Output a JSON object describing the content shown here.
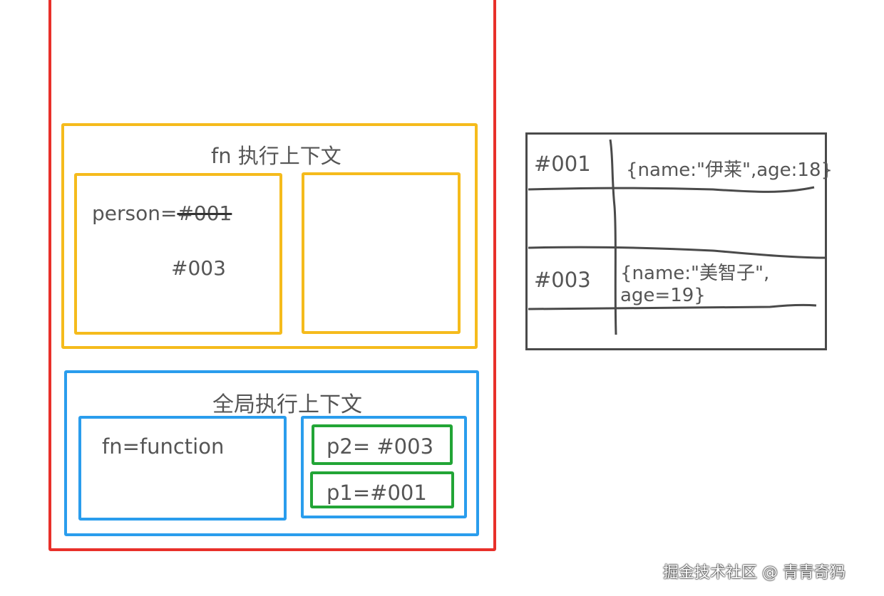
{
  "stack": {
    "fn_context": {
      "title": "fn 执行上下文",
      "var_label": "person=",
      "old_ref": "#001",
      "new_ref": "#003"
    },
    "global_context": {
      "title": "全局执行上下文",
      "fn_var": "fn=function",
      "p2": "p2= #003",
      "p1": "p1=#001"
    }
  },
  "heap": {
    "rows": [
      {
        "address": "#001",
        "value_lines": [
          "{name:\"伊莱\",age:18}"
        ]
      },
      {
        "address": "#003",
        "value_lines": [
          "{name:\"美智子\",",
          "age=19}"
        ]
      }
    ]
  },
  "watermark": "掘金技术社区 @ 青青奇犸",
  "colors": {
    "call_stack": "#e8302a",
    "fn_context": "#f5bb1c",
    "global_context": "#2a9ded",
    "variable_box": "#22a536",
    "heap": "#4a4a4a"
  }
}
